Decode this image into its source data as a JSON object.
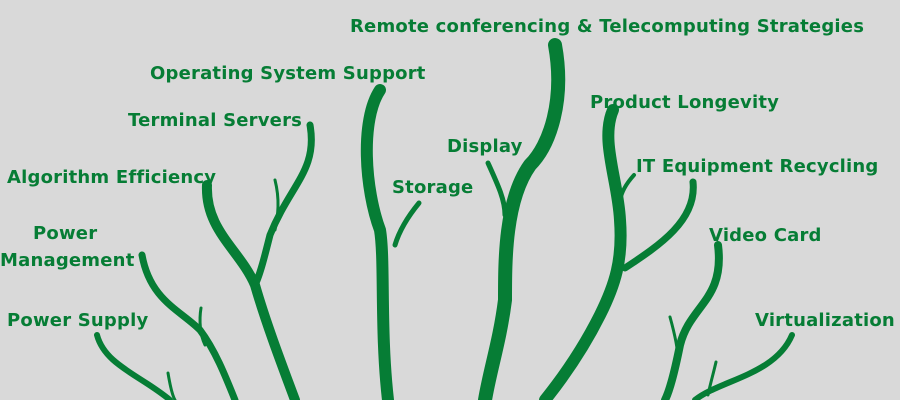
{
  "colors": {
    "background": "#d9d9d9",
    "branch": "#067d35",
    "text": "#067d35"
  },
  "labels": {
    "remote": "Remote conferencing & Telecomputing Strategies",
    "os_support": "Operating System Support",
    "terminal_servers": "Terminal Servers",
    "algorithm": "Algorithm Efficiency",
    "power_mgmt_1": "Power",
    "power_mgmt_2": "Management",
    "power_supply": "Power Supply",
    "display": "Display",
    "storage": "Storage",
    "product_longevity": "Product Longevity",
    "it_recycling": "IT Equipment Recycling",
    "video_card": "Video Card",
    "virtualization": "Virtualization"
  }
}
